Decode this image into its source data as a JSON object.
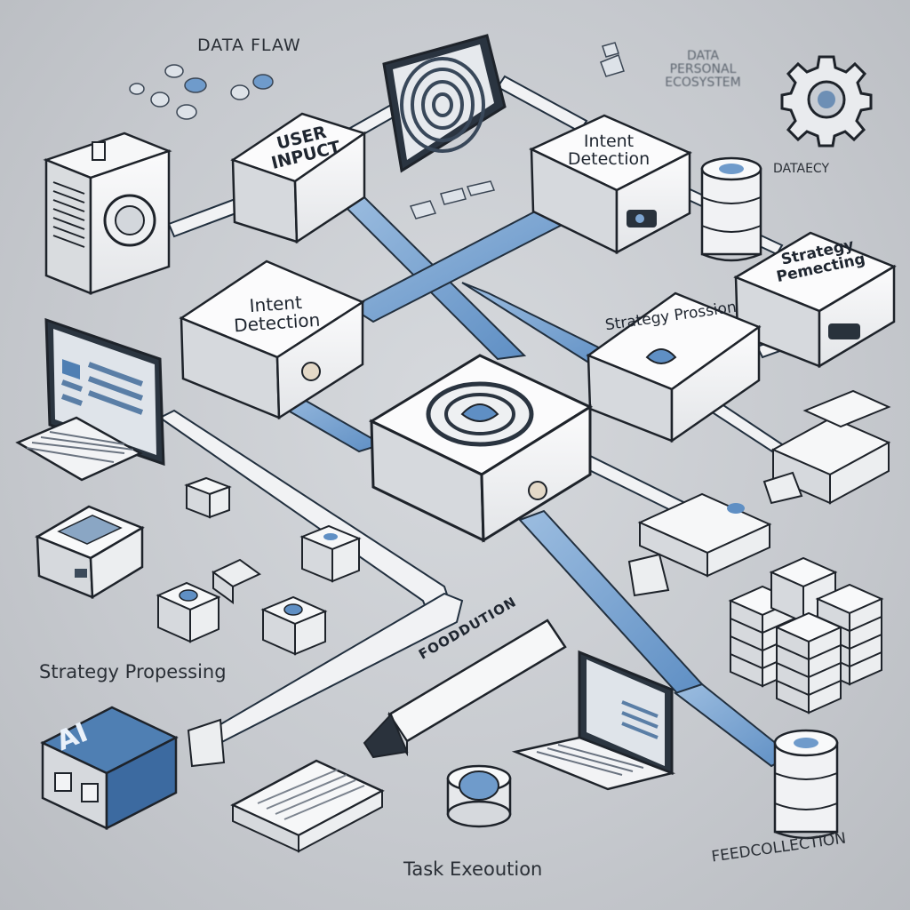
{
  "diagram": {
    "top_caption": "DATA FLAW",
    "blurred_caption_lines": [
      "DATA",
      "PERSONAL",
      "ECOSYSTEM"
    ],
    "side_caption": "DATAECY",
    "nodes": {
      "user_input": "USER INPUCT",
      "intent_detection_top": "Intent Detection",
      "intent_detection_mid": "Intent Detection",
      "strategy_right": "Strategy Pemecting",
      "strategy_center": "Strategy Prossion",
      "ai_badge": "AI"
    },
    "banner_label": "FOODDUTION",
    "bottom_captions": {
      "strategy_processing": "Strategy Propessing",
      "task_execution": "Task Exeoution",
      "feedback_collection": "FEEDCOLLECTION"
    }
  },
  "colors": {
    "pipe_blue": "#7ea6d2",
    "pipe_white": "#f1f2f4",
    "box_face": "#f4f5f6",
    "box_side": "#d2d5d9",
    "outline": "#1e232a",
    "accent_blue": "#4f7fb3"
  },
  "icons": [
    "server-icon",
    "fingerprint-icon",
    "gear-icon",
    "database-icon",
    "monitor-icon",
    "keyboard-icon",
    "laptop-icon",
    "ai-chip-icon",
    "cube-icon",
    "arrow-icon"
  ]
}
